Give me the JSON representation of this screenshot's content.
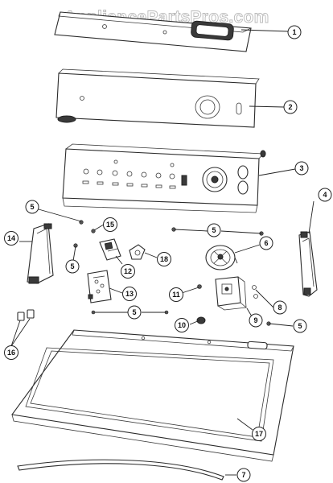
{
  "watermark": "AppliancePartsPros.com",
  "callouts": [
    {
      "id": "c1",
      "label": "1"
    },
    {
      "id": "c2",
      "label": "2"
    },
    {
      "id": "c3",
      "label": "3"
    },
    {
      "id": "c4",
      "label": "4"
    },
    {
      "id": "c5a",
      "label": "5"
    },
    {
      "id": "c5b",
      "label": "5"
    },
    {
      "id": "c5c",
      "label": "5"
    },
    {
      "id": "c5d",
      "label": "5"
    },
    {
      "id": "c5e",
      "label": "5"
    },
    {
      "id": "c6",
      "label": "6"
    },
    {
      "id": "c7",
      "label": "7"
    },
    {
      "id": "c8",
      "label": "8"
    },
    {
      "id": "c9",
      "label": "9"
    },
    {
      "id": "c10",
      "label": "10"
    },
    {
      "id": "c11",
      "label": "11"
    },
    {
      "id": "c12",
      "label": "12"
    },
    {
      "id": "c13",
      "label": "13"
    },
    {
      "id": "c14",
      "label": "14"
    },
    {
      "id": "c15",
      "label": "15"
    },
    {
      "id": "c16",
      "label": "16"
    },
    {
      "id": "c17",
      "label": "17"
    },
    {
      "id": "c18",
      "label": "18"
    }
  ]
}
